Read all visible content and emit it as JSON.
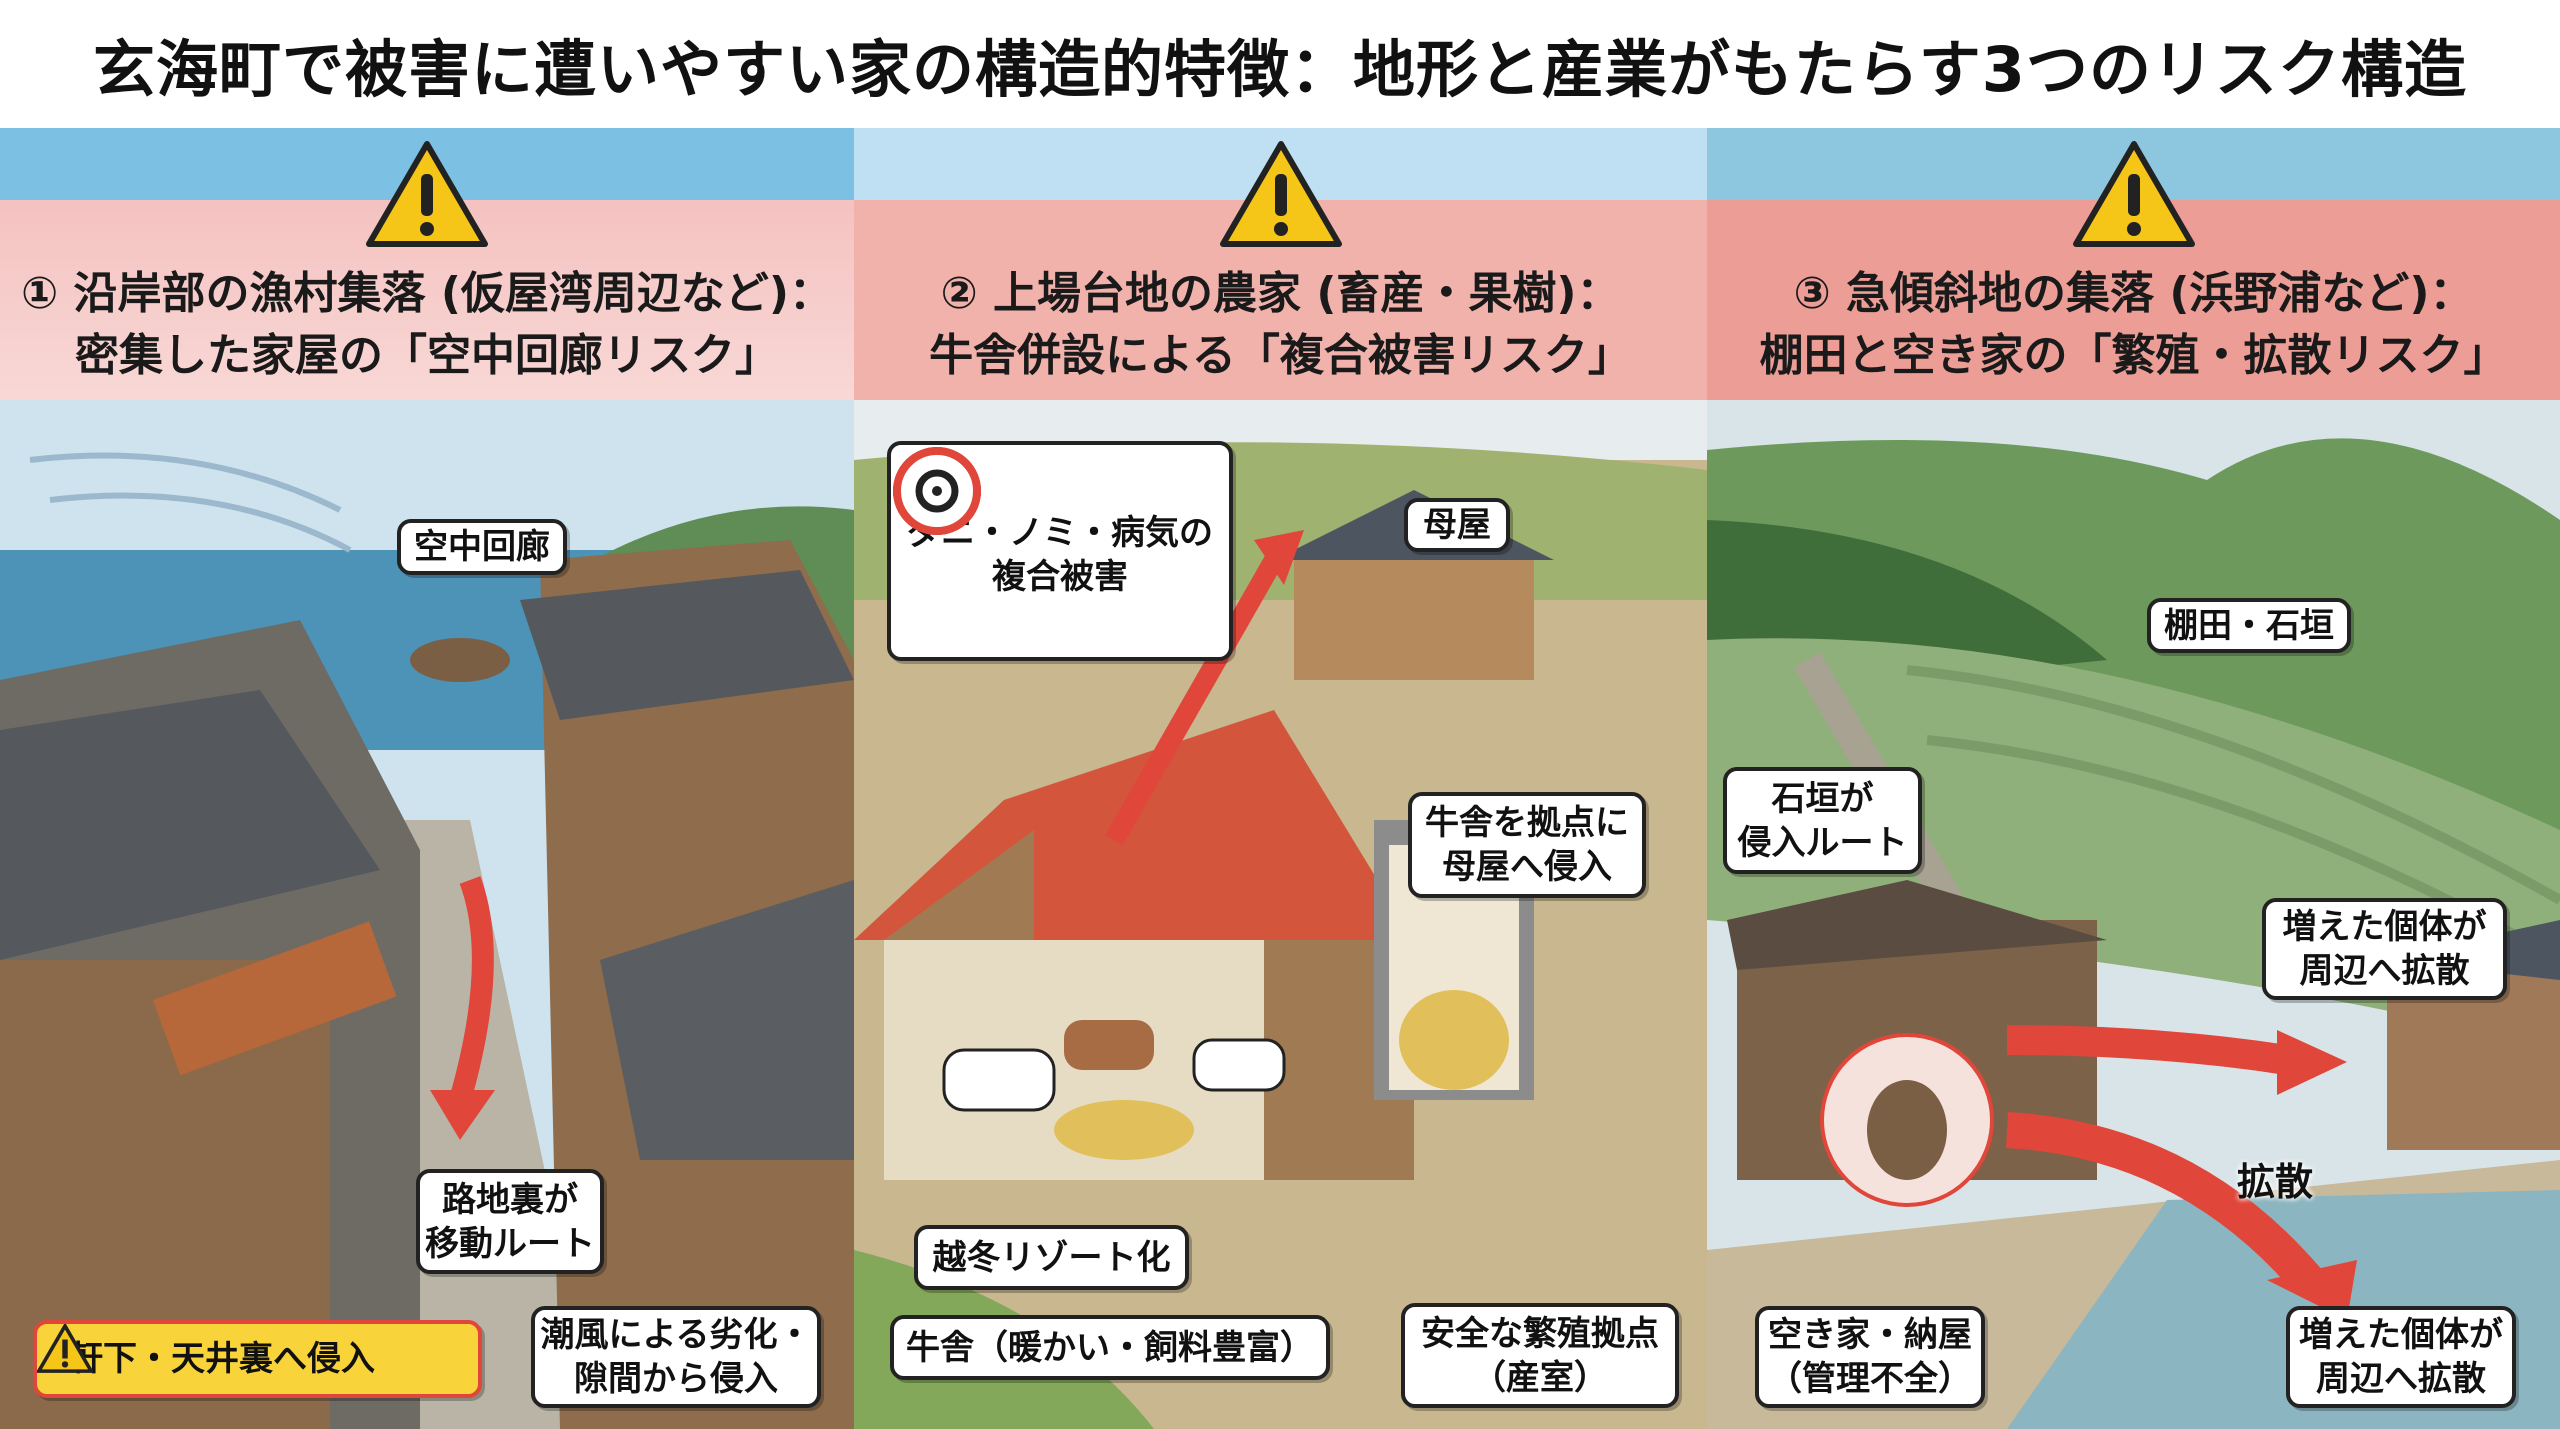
{
  "title": "玄海町で被害に遭いやすい家の構造的特徴：地形と産業がもたらす3つのリスク構造",
  "colors": {
    "warning_yellow": "#f5c518",
    "band_blue": "#7cc0e4",
    "band_pink": "#f4b8b4",
    "arrow_red": "#e0463a",
    "callout_yellow": "#f9d33a"
  },
  "panels": [
    {
      "icon": "warning-triangle-icon",
      "heading_line1": "① 沿岸部の漁村集落 (仮屋湾周辺など)：",
      "heading_line2": "密集した家屋の「空中回廊リスク」",
      "labels": {
        "aerial": "空中回廊",
        "alley": "路地裏が\n移動ルート",
        "eaves": "軒下・天井裏へ侵入",
        "salt": "潮風による劣化・\n隙間から侵入"
      }
    },
    {
      "icon": "warning-triangle-icon",
      "heading_line1": "② 上場台地の農家 (畜産・果樹)：",
      "heading_line2": "牛舎併設による「複合被害リスク」",
      "labels": {
        "pests": "ダニ・ノミ・病気の\n複合被害",
        "main_house": "母屋",
        "intrusion": "牛舎を拠点に\n母屋へ侵入",
        "winter": "越冬リゾート化",
        "barn": "牛舎（暖かい・飼料豊富）",
        "nest": "安全な繁殖拠点\n（産室）"
      },
      "pest_icons": [
        "tick-icon",
        "flea-icon",
        "biohazard-icon"
      ]
    },
    {
      "icon": "warning-triangle-icon",
      "heading_line1": "③ 急傾斜地の集落 (浜野浦など)：",
      "heading_line2": "棚田と空き家の「繁殖・拡散リスク」",
      "labels": {
        "terraces": "棚田・石垣",
        "wall_route": "石垣が\n侵入ルート",
        "spread_top": "増えた個体が\n周辺へ拡散",
        "spread": "拡散",
        "vacant": "空き家・納屋\n（管理不全）",
        "spread_bottom": "増えた個体が\n周辺へ拡散"
      }
    }
  ]
}
